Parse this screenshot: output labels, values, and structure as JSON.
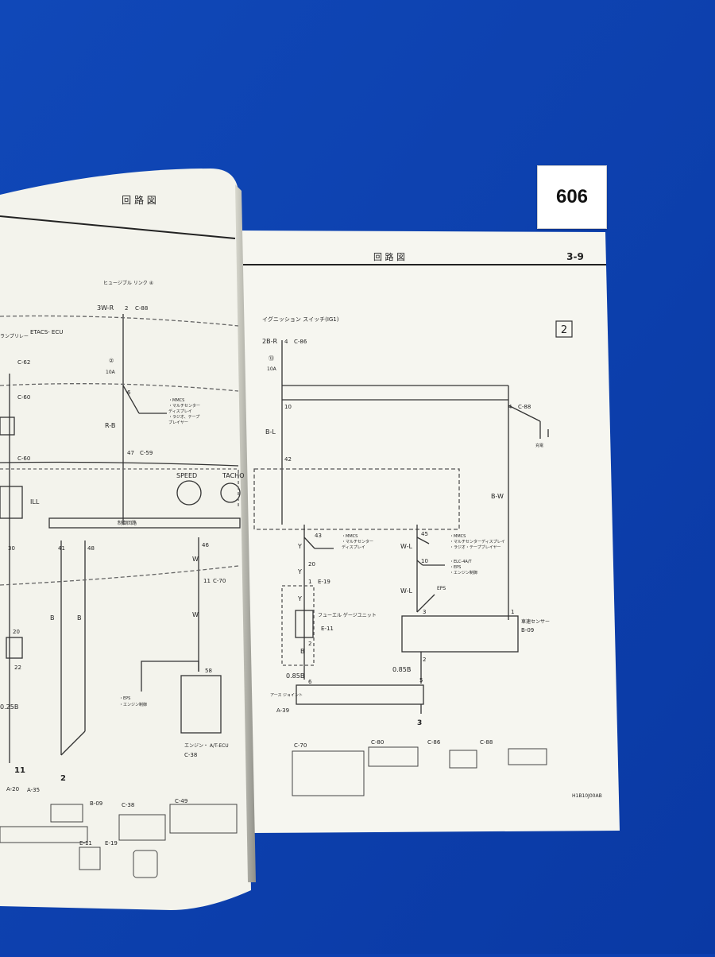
{
  "sticker": {
    "number": "606"
  },
  "left_page": {
    "header_title": "回 路 図",
    "fuse_link_label": "ヒュージブル リンク ④",
    "wire_top": "3W-R",
    "pin_top": "2",
    "conn_top": "C-88",
    "etacs_label": "ETACS- ECU",
    "relay_label": "ランプリレー",
    "conn_c62": "C-62",
    "conn_c60": "C-60",
    "conn_c60b": "C-60",
    "fuse_no": "②",
    "fuse_amp": "10A",
    "pin_6": "6",
    "wire_rb": "R-B",
    "mmcs_lines": [
      "・MMCS",
      "・マルチセンター",
      "ディスプレイ",
      "・ラジオ、テープ",
      "プレイヤー"
    ],
    "pin_47": "47",
    "conn_c59": "C-59",
    "speed_label": "SPEED",
    "tacho_label": "TACHO",
    "ill_label": "ILL",
    "control_label": "制御回路",
    "pins_row": [
      "30",
      "41",
      "48",
      "46"
    ],
    "wire_w": "W",
    "pin_11": "11",
    "conn_c70": "C-70",
    "wire_b": "B",
    "pin_20": "20",
    "pin_22": "22",
    "pin_58": "58",
    "eps_lines": [
      "・EPS",
      "・エンジン制御"
    ],
    "ecu_label": "エンジン・ A/T-ECU",
    "conn_c38": "C-38",
    "wire_025b": "0.25B",
    "ground_11": "11",
    "ground_2": "2",
    "conn_list": [
      "A-20",
      "A-35",
      "B-09",
      "C-38",
      "C-49",
      "E-11",
      "E-19"
    ]
  },
  "right_page": {
    "header_title": "回 路 図",
    "page_number": "3-9",
    "box_number": "2",
    "ign_label": "イグニッション スイッチ(IG1)",
    "wire_2br": "2B-R",
    "pin_4": "4",
    "conn_c86": "C-86",
    "fuse_no": "⑬",
    "fuse_amp": "10A",
    "pin_10": "10",
    "pin_4b": "4",
    "conn_c88": "C-88",
    "to_label": "充電",
    "wire_bl": "B-L",
    "pin_42": "42",
    "wire_bw": "B-W",
    "pin_43": "43",
    "wire_y": "Y",
    "mmcs_a": [
      "・MMCS",
      "・マルチセンター",
      "ディスプレイ"
    ],
    "pin_45": "45",
    "wire_wl": "W-L",
    "mmcs_b": [
      "・MMCS",
      "・マルチセンターディスプレイ",
      "・ラジオ・テープブレイヤー"
    ],
    "pin_20": "20",
    "pin_10b": "10",
    "elc_lines": [
      "・ELC-4A/T",
      "・EPS",
      "・エンジン制御"
    ],
    "pin_1": "1",
    "conn_e19": "E-19",
    "eps_label": "EPS",
    "fuel_label": "フューエル ゲージユニット",
    "conn_e11": "E-11",
    "pin_3": "3",
    "pin_1b": "1",
    "speed_sensor": "車速センサー",
    "conn_b09": "B-09",
    "pin_2": "2",
    "pin_2b": "2",
    "wire_085b": "0.85B",
    "pin_6": "6",
    "pin_5": "5",
    "earth_label": "アース ジョイント",
    "conn_a39": "A-39",
    "ground_3": "3",
    "conn_list": [
      "C-70",
      "C-80",
      "C-86",
      "C-88"
    ],
    "footer_code": "H1B10J00AB"
  }
}
